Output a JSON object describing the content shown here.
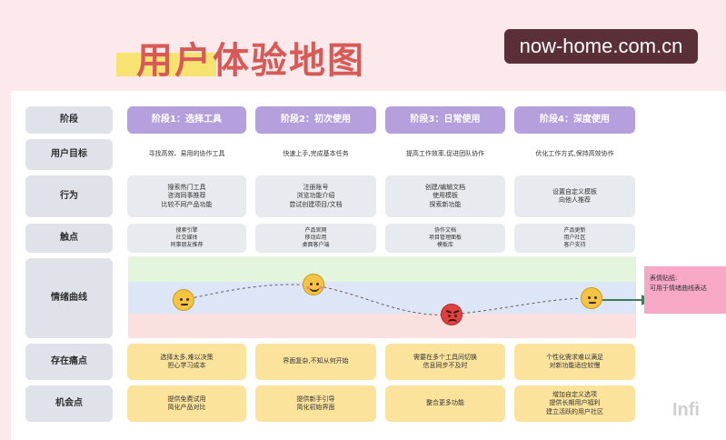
{
  "title": "用户体验地图",
  "watermark": "now-home.com.cn",
  "row_labels": {
    "stage": "阶段",
    "goal": "用户目标",
    "action": "行为",
    "touchpoint": "触点",
    "emotion": "情绪曲线",
    "pain": "存在痛点",
    "opportunity": "机会点"
  },
  "stages": [
    {
      "name": "阶段1：选择工具",
      "goal": "寻找高效、易用的协作工具",
      "actions": [
        "搜索热门工具",
        "咨询同事推荐",
        "比较不同产品功能"
      ],
      "touchpoints": [
        "搜索引擎",
        "社交媒体",
        "同事朋友推荐"
      ],
      "emotion": "neutral",
      "pains": [
        "选择太多,难以决策",
        "担心学习成本"
      ],
      "opportunities": [
        "提供免费试用",
        "简化产品对比"
      ]
    },
    {
      "name": "阶段2：初次使用",
      "goal": "快速上手,完成基本任务",
      "actions": [
        "注册账号",
        "浏览功能介绍",
        "尝试创建项目/文档"
      ],
      "touchpoints": [
        "产品官网",
        "移动应用",
        "桌面客户端"
      ],
      "emotion": "happy",
      "pains": [
        "界面复杂,不知从何开始"
      ],
      "opportunities": [
        "提供新手引导",
        "简化初始界面"
      ]
    },
    {
      "name": "阶段3：日常使用",
      "goal": "提高工作效率,促进团队协作",
      "actions": [
        "创建/编辑文档",
        "使用模板",
        "探索新功能"
      ],
      "touchpoints": [
        "协作文档",
        "项目管理面板",
        "模板库"
      ],
      "emotion": "angry",
      "pains": [
        "需要在多个工具间切换",
        "信息同步不及时"
      ],
      "opportunities": [
        "整合更多功能"
      ]
    },
    {
      "name": "阶段4：深度使用",
      "goal": "优化工作方式,保持高效协作",
      "actions": [
        "设置自定义模板",
        "向他人推荐"
      ],
      "touchpoints": [
        "产品更新",
        "用户社区",
        "客户支持"
      ],
      "emotion": "neutral",
      "pains": [
        "个性化需求难以满足",
        "对新功能适应较慢"
      ],
      "opportunities": [
        "增加自定义选项",
        "提供长期用户福利",
        "建立活跃的用户社区"
      ]
    }
  ],
  "emotion_scores": [
    0.45,
    0.75,
    0.1,
    0.45
  ],
  "emotion_bands": {
    "positive": "#e3f6dd",
    "neutral": "#dde6f7",
    "negative": "#fbe0e0"
  },
  "colors": {
    "stage": "#b69fdd",
    "pain": "#fbe39c",
    "label": "#dfe3e9",
    "sticky": "#f7a8c6",
    "title": "#d85a56",
    "arrow": "#3f7a5a"
  },
  "sticky_note": [
    "表情贴纸:",
    "可用于情绪曲线表达"
  ],
  "brand": "Infi"
}
